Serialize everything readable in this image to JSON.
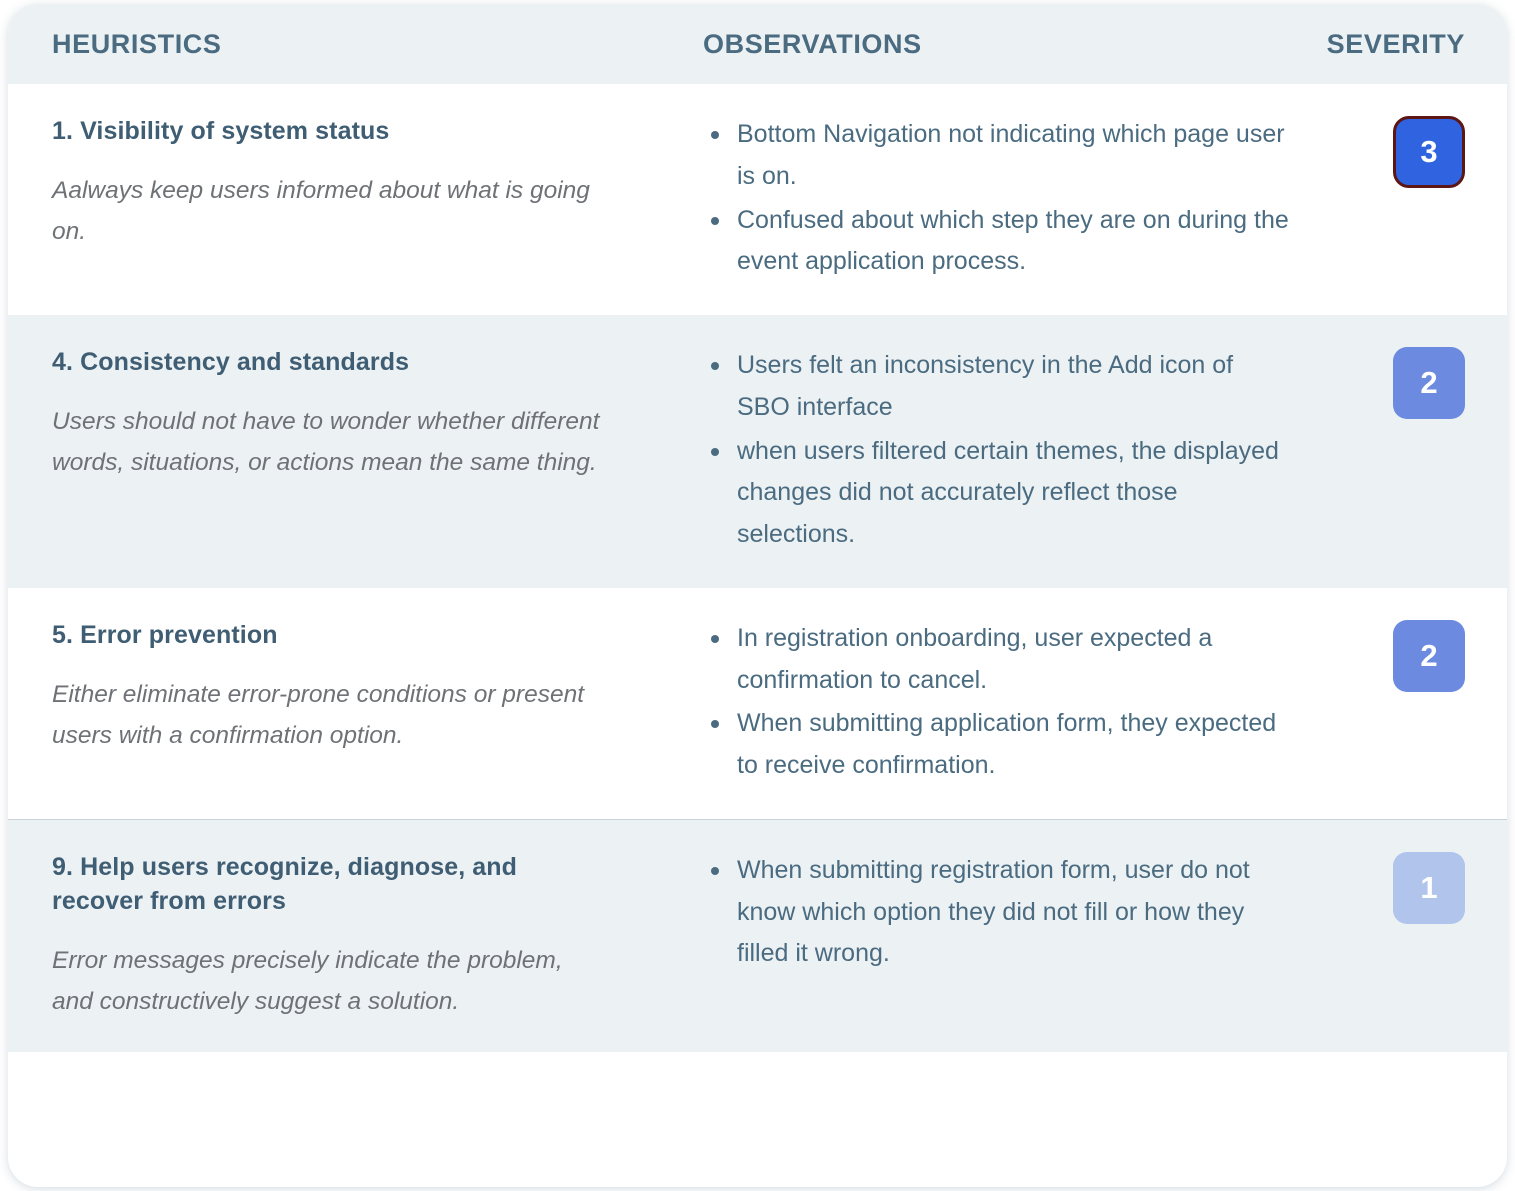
{
  "table": {
    "columns": {
      "heuristics": "HEURISTICS",
      "observations": "OBSERVATIONS",
      "severity": "SEVERITY"
    },
    "rows": [
      {
        "title": "1. Visibility of system status",
        "description": "Aalways keep users informed about what is going on.",
        "observations": [
          "Bottom Navigation not indicating which page user is on.",
          "Confused about which step they are on during the event application process."
        ],
        "severity": "3",
        "severity_level": "sev-3",
        "severity_color": "#2F63E0",
        "background": "#FFFFFF"
      },
      {
        "title": "4. Consistency and standards",
        "description": "Users should not have to wonder whether different words, situations, or actions mean the same thing.",
        "observations": [
          "Users felt an inconsistency in the Add icon of SBO interface",
          "when users filtered certain themes, the displayed changes did not accurately reflect those selections."
        ],
        "severity": "2",
        "severity_level": "sev-2",
        "severity_color": "#6B8AE0",
        "background": "#ECF1F4"
      },
      {
        "title": "5. Error prevention",
        "description": "Either eliminate error-prone conditions or present users with a confirmation option.",
        "observations": [
          "In registration onboarding, user expected a confirmation to cancel.",
          "When submitting application form, they expected to receive confirmation."
        ],
        "severity": "2",
        "severity_level": "sev-2",
        "severity_color": "#6B8AE0",
        "background": "#FFFFFF"
      },
      {
        "title": "9. Help users recognize, diagnose, and recover from errors",
        "description": "Error messages precisely indicate the problem, and constructively suggest a solution.",
        "observations": [
          "When submitting registration form, user do not know which option they did not fill or how they filled it wrong."
        ],
        "severity": "1",
        "severity_level": "sev-1",
        "severity_color": "#B0C4EC",
        "background": "#ECF1F4"
      }
    ]
  },
  "theme": {
    "header_background": "#ECF1F4",
    "header_text": "#4B6B81",
    "title_text": "#3F5D73",
    "description_text": "#6E7276",
    "observation_text": "#4A6B80",
    "row_tint": "#ECF1F4",
    "row_light": "#FFFFFF",
    "divider": "#C9D4DB",
    "severity_3_border": "#5C1616"
  }
}
